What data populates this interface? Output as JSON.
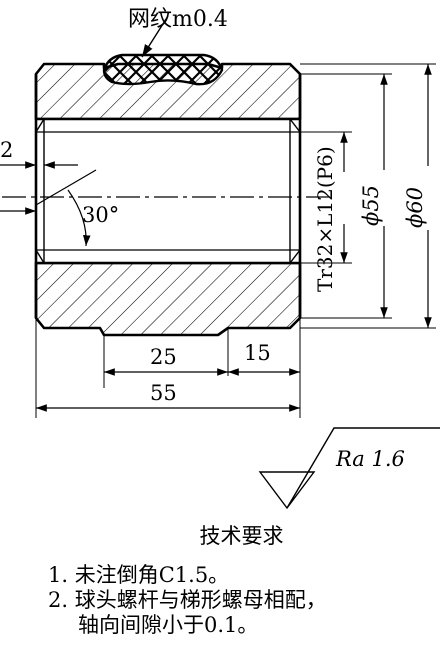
{
  "drawing": {
    "knurl_label": "网纹m0.4",
    "thread_spec": "Tr32×L12(P6)",
    "dims": {
      "d55": "ϕ55",
      "d60": "ϕ60",
      "chamfer": "2",
      "angle": "30°",
      "len25": "25",
      "len15": "15",
      "len55": "55"
    },
    "roughness": "Ra 1.6"
  },
  "notes": {
    "title": "技术要求",
    "items": [
      "1. 未注倒角C1.5。",
      "2. 球头螺杆与梯形螺母相配，",
      "轴向间隙小于0.1。"
    ]
  }
}
